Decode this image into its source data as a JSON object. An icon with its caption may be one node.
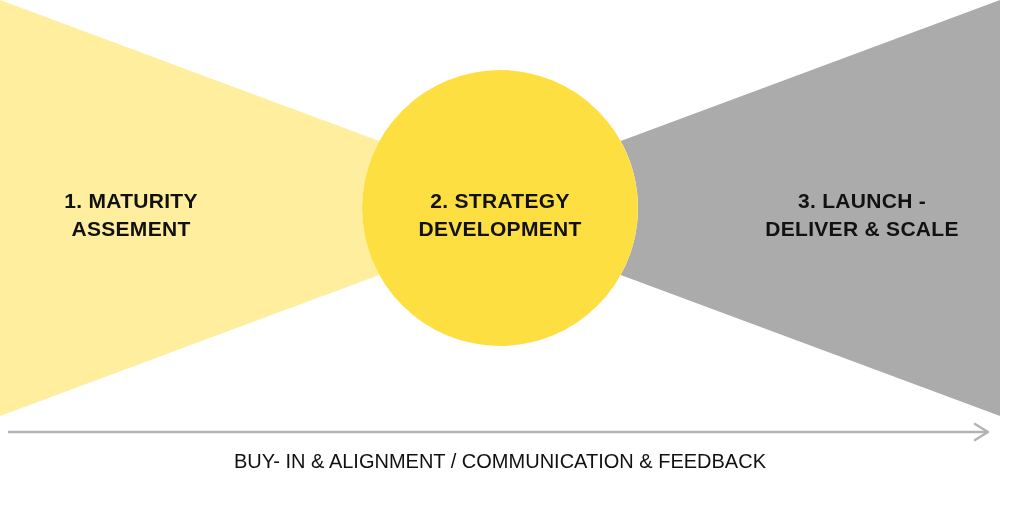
{
  "diagram": {
    "nodes": [
      {
        "text": [
          "1. MATURITY ASSEMENT"
        ]
      },
      {
        "text": [
          "2. STRATEGY DEVELOPMENT"
        ]
      },
      {
        "text": [
          "3. LAUNCH - DELIVER & SCALE"
        ]
      }
    ],
    "edges": [],
    "labels": [
      "BUY- IN & ALIGNMENT / COMMUNICATION & FEEDBACK"
    ]
  }
}
